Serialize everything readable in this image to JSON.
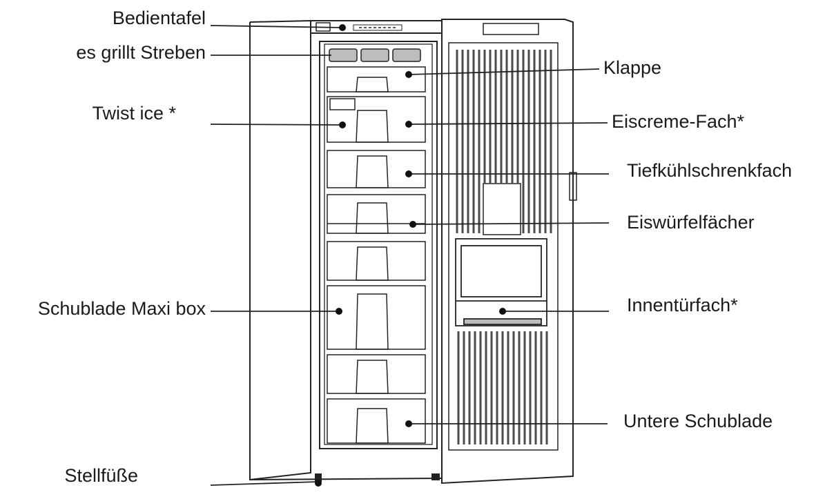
{
  "labels": {
    "left": [
      "Bedientafel",
      "es grillt Streben",
      "Twist ice *",
      "Schublade Maxi box",
      "Stellfüße"
    ],
    "right": [
      "Klappe",
      "Eiscreme-Fach*",
      "Tiefkühlschrenkfach",
      "Eiswürfelfächer",
      "Innentürfach*",
      "Untere Schublade"
    ]
  },
  "colors": {
    "line": "#222222",
    "ribs": "#4a4a4a",
    "background": "#ffffff"
  }
}
